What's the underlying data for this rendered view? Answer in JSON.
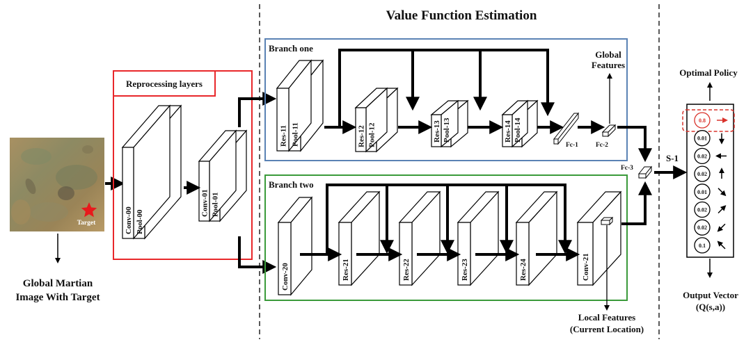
{
  "title": "Value Function Estimation",
  "input_image": {
    "caption_line1": "Global Martian",
    "caption_line2": "Image With Target",
    "target_label": "Target"
  },
  "reprocessing": {
    "box_label": "Reprocessing layers",
    "layers": [
      {
        "a": "Conv-00",
        "b": "Pool-00"
      },
      {
        "a": "Conv-01",
        "b": "Pool-01"
      }
    ]
  },
  "branch_one": {
    "label": "Branch one",
    "layers": [
      {
        "a": "Res-11",
        "b": "Pool-11"
      },
      {
        "a": "Res-12",
        "b": "Pool-12"
      },
      {
        "a": "Res-13",
        "b": "Pool-13"
      },
      {
        "a": "Res-14",
        "b": "Pool-14"
      }
    ],
    "fc1": "Fc-1",
    "fc2": "Fc-2",
    "global_features_line1": "Global",
    "global_features_line2": "Features"
  },
  "branch_two": {
    "label": "Branch two",
    "layers": [
      "Conv-20",
      "Res-21",
      "Res-22",
      "Res-23",
      "Res-24",
      "Conv-21"
    ],
    "local_features_line1": "Local Features",
    "local_features_line2": "(Current Location)"
  },
  "merge": {
    "fc3": "Fc-3",
    "s1": "S-1"
  },
  "output": {
    "optimal_policy": "Optimal Policy",
    "output_vector_line1": "Output Vector",
    "output_vector_line2": "(Q(s,a))",
    "values": [
      "0.8",
      "0.01",
      "0.02",
      "0.02",
      "0.01",
      "0.02",
      "0.02",
      "0.1"
    ],
    "arrows": [
      "right-arrow-icon",
      "down-arrow-icon",
      "left-arrow-icon",
      "up-arrow-icon",
      "down-right-arrow-icon",
      "up-right-arrow-icon",
      "down-left-arrow-icon",
      "up-left-arrow-icon"
    ],
    "highlight_color": "#d9322b"
  },
  "colors": {
    "reprocessing_box": "#e8272a",
    "branch_one_box": "#5a82b4",
    "branch_two_box": "#3a9a3a",
    "target_star": "#e8191c"
  }
}
